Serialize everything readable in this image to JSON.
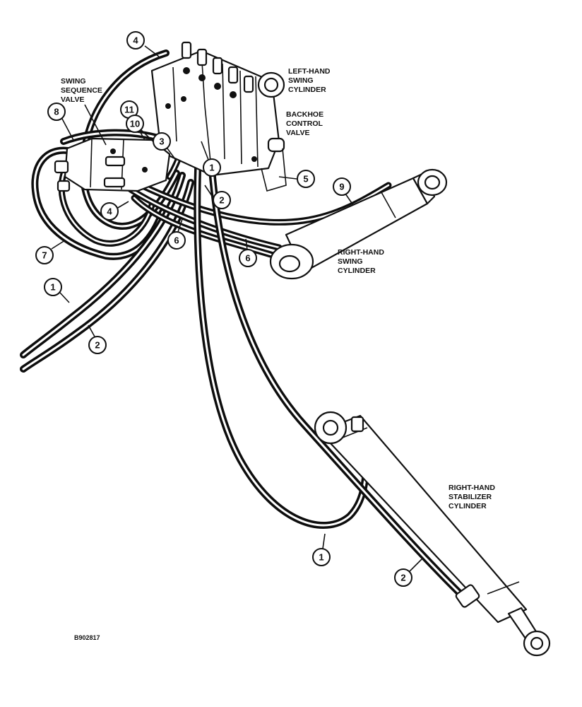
{
  "figure_id": "B902817",
  "labels": {
    "left_swing_cylinder": [
      "LEFT-HAND",
      "SWING",
      "CYLINDER"
    ],
    "swing_sequence_valve": [
      "SWING",
      "SEQUENCE",
      "VALVE"
    ],
    "backhoe_control_valve": [
      "BACKHOE",
      "CONTROL",
      "VALVE"
    ],
    "right_swing_cylinder": [
      "RIGHT-HAND",
      "SWING",
      "CYLINDER"
    ],
    "right_stabilizer_cylinder": [
      "RIGHT-HAND",
      "STABILIZER",
      "CYLINDER"
    ]
  },
  "callouts": [
    "4",
    "8",
    "11",
    "10",
    "3",
    "1",
    "5",
    "9",
    "2",
    "4",
    "7",
    "6",
    "6",
    "1",
    "2",
    "1",
    "2"
  ]
}
